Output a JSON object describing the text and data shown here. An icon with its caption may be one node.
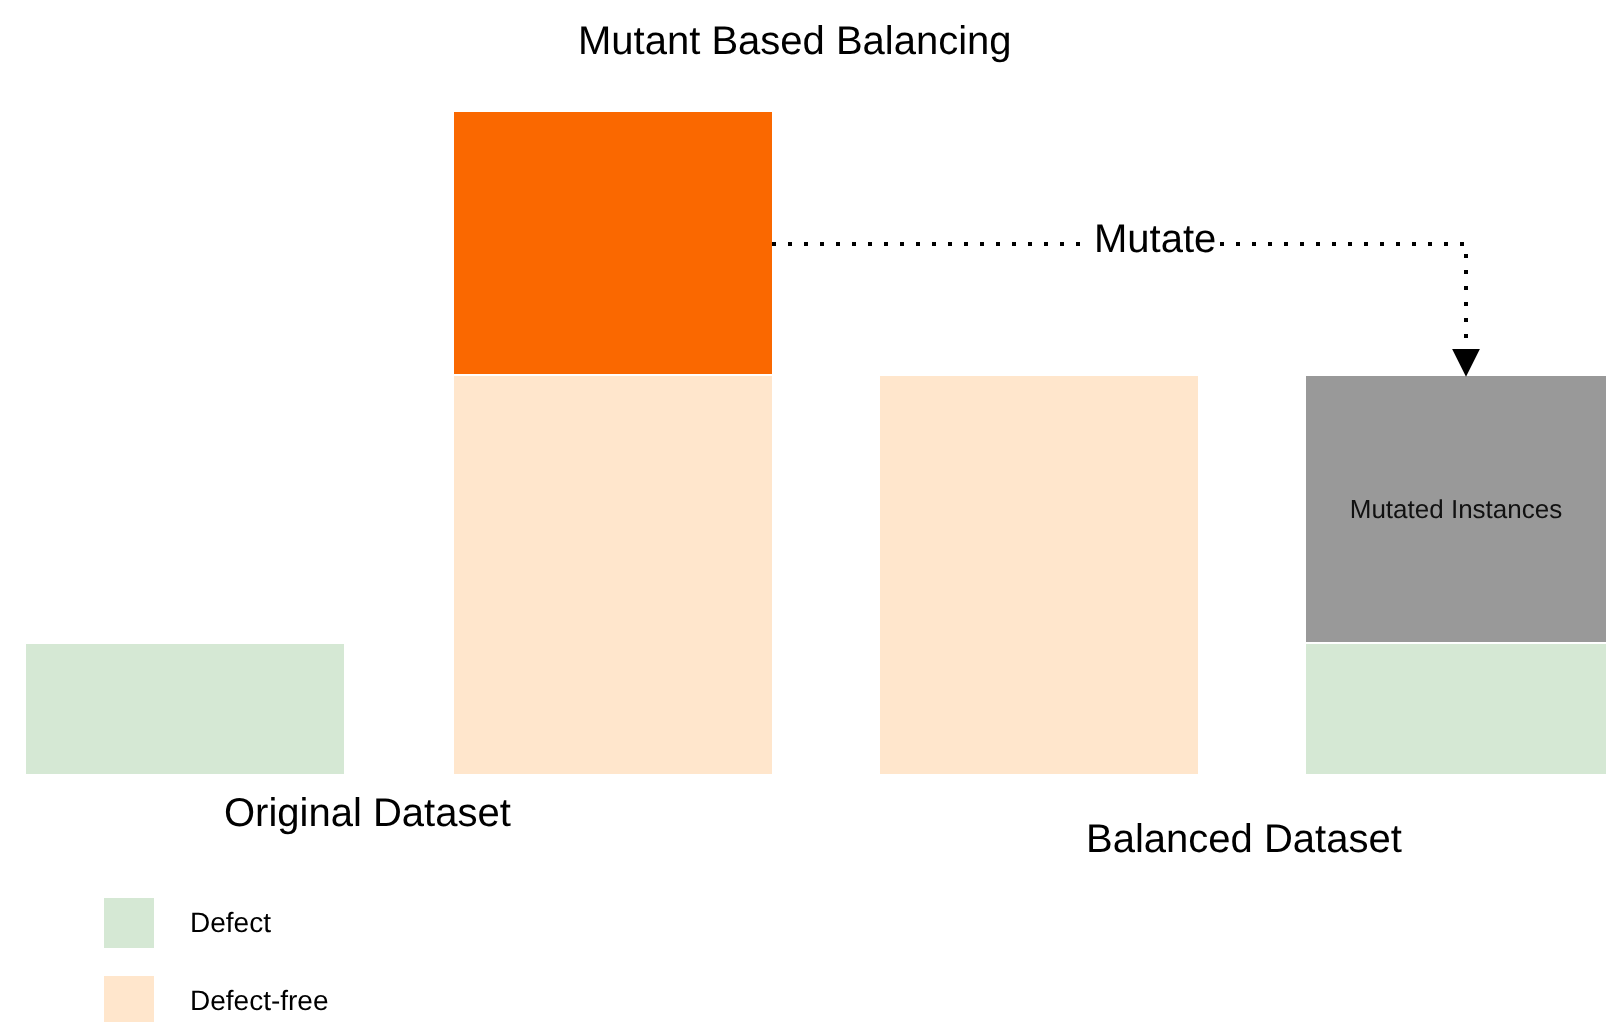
{
  "diagram": {
    "title": "Mutant Based Balancing",
    "nodes": [
      {
        "text": [],
        "shape": "bar"
      },
      {
        "text": [],
        "shape": "bar"
      },
      {
        "text": [],
        "shape": "bar"
      },
      {
        "text": [],
        "shape": "bar"
      },
      {
        "text": [
          "Mutated Instances"
        ]
      },
      {
        "text": [],
        "shape": "bar"
      }
    ],
    "edges": [
      {
        "from": 1,
        "to": 4,
        "arrow": "to",
        "label": "Mutate",
        "style": "dashed"
      }
    ],
    "labels": [
      "Original Dataset",
      "Balanced Dataset"
    ],
    "legend": [
      {
        "text": "Defect",
        "color": "#d5e8d4"
      },
      {
        "text": "Defect-free",
        "color": "#ffe6cc"
      }
    ]
  }
}
